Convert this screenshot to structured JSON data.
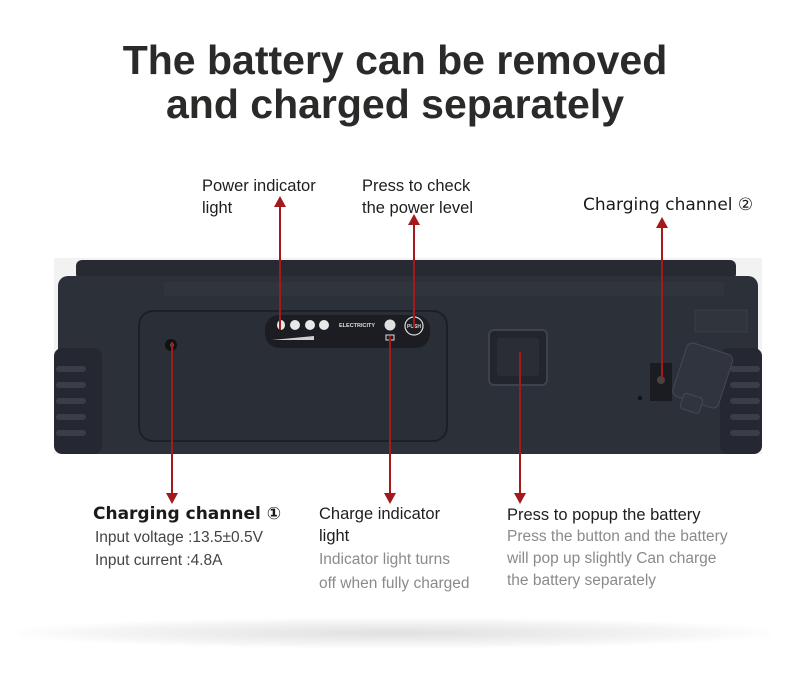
{
  "title": {
    "line1": "The battery can be removed",
    "line2": "and charged separately"
  },
  "callouts": {
    "power_indicator": {
      "line1": "Power indicator",
      "line2": "light"
    },
    "press_check": {
      "line1": "Press to check",
      "line2": "the power level"
    },
    "charging_channel_2": {
      "title": "Charging channel ②"
    },
    "charging_channel_1": {
      "title": "Charging channel ①",
      "voltage": "Input voltage :13.5±0.5V",
      "current": "Input current :4.8A"
    },
    "charge_indicator": {
      "line1": "Charge indicator",
      "line2": "light",
      "desc1": "Indicator light turns",
      "desc2": "off when fully charged"
    },
    "popup": {
      "title": "Press to popup the battery",
      "desc1": "Press the button and the battery",
      "desc2": "will pop up slightly Can charge",
      "desc3": "the battery separately"
    }
  },
  "device": {
    "electricity_label": "ELECTRICITY",
    "push_label": "PUSH",
    "body_color": "#2b2f38",
    "accent_color": "#a3191c"
  }
}
